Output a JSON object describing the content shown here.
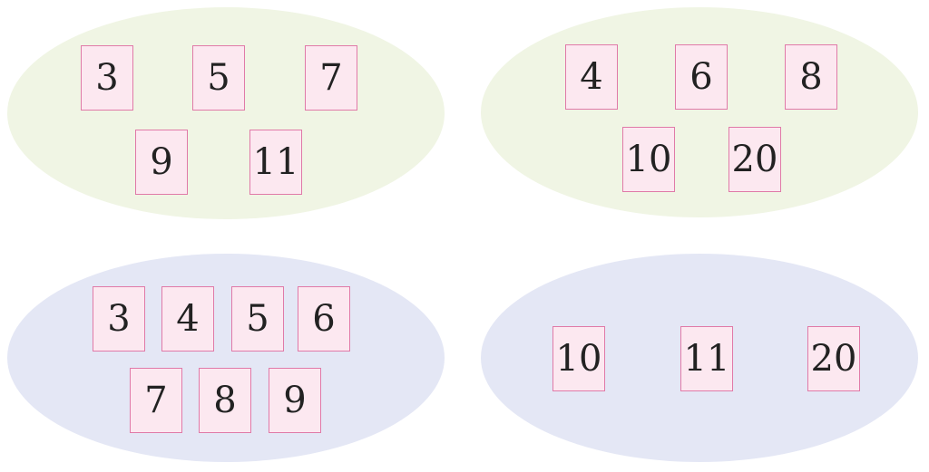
{
  "colors": {
    "top_group_fill": "#f0f5e4",
    "bottom_group_fill": "#e4e7f5",
    "card_fill": "#fce8f0",
    "card_border": "#e07aa8",
    "text": "#222222"
  },
  "groups": [
    {
      "cards": [
        "3",
        "5",
        "7",
        "9",
        "11"
      ]
    },
    {
      "cards": [
        "4",
        "6",
        "8",
        "10",
        "20"
      ]
    },
    {
      "cards": [
        "3",
        "4",
        "5",
        "6",
        "7",
        "8",
        "9"
      ]
    },
    {
      "cards": [
        "10",
        "11",
        "20"
      ]
    }
  ]
}
